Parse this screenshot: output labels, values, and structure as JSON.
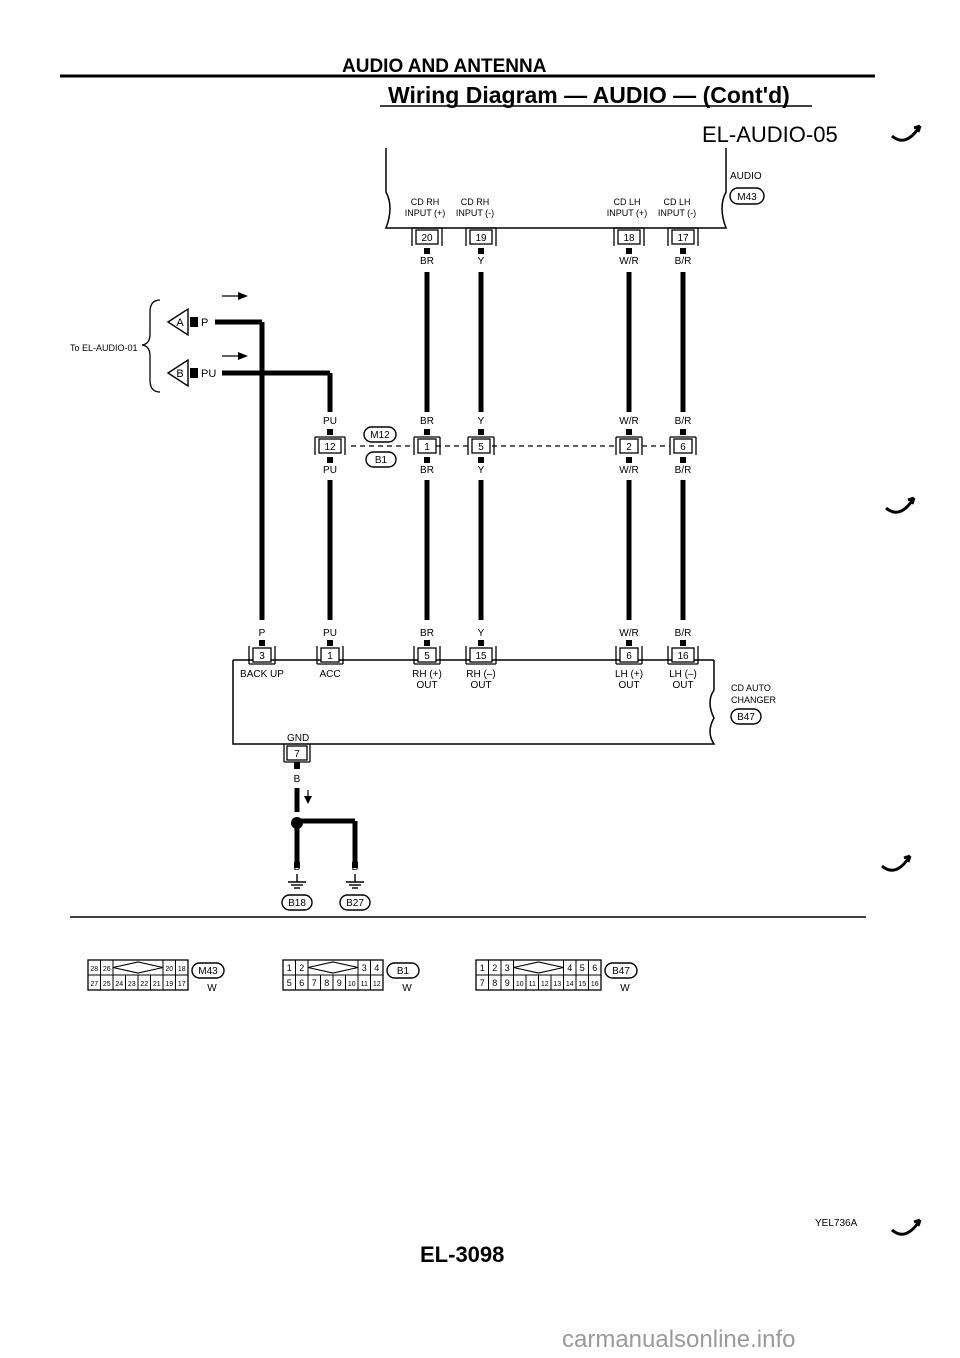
{
  "header": {
    "section_title": "AUDIO AND ANTENNA",
    "page_subtitle": "Wiring Diagram — AUDIO — (Cont'd)",
    "diagram_code": "EL-AUDIO-05"
  },
  "audio_unit": {
    "name": "AUDIO",
    "connector": "M43",
    "terminals": [
      {
        "number": "20",
        "label_1": "CD RH",
        "label_2": "INPUT (+)",
        "wire": "BR"
      },
      {
        "number": "19",
        "label_1": "CD RH",
        "label_2": "INPUT (-)",
        "wire": "Y"
      },
      {
        "number": "18",
        "label_1": "CD LH",
        "label_2": "INPUT (+)",
        "wire": "W/R"
      },
      {
        "number": "17",
        "label_1": "CD LH",
        "label_2": "INPUT (-)",
        "wire": "B/R"
      }
    ]
  },
  "to_reference": {
    "label": "To EL-AUDIO-01",
    "arrows": [
      {
        "letter": "A",
        "wire": "P"
      },
      {
        "letter": "B",
        "wire": "PU"
      }
    ]
  },
  "junction": {
    "connector_top": "M12",
    "connector_bottom": "B1",
    "pins": [
      {
        "number": "12",
        "wire_top": "PU",
        "wire_bottom": "PU"
      },
      {
        "number": "1",
        "wire_top": "BR",
        "wire_bottom": "BR"
      },
      {
        "number": "5",
        "wire_top": "Y",
        "wire_bottom": "Y"
      },
      {
        "number": "2",
        "wire_top": "W/R",
        "wire_bottom": "W/R"
      },
      {
        "number": "6",
        "wire_top": "B/R",
        "wire_bottom": "B/R"
      }
    ]
  },
  "changer": {
    "name_1": "CD AUTO",
    "name_2": "CHANGER",
    "connector": "B47",
    "terminals": [
      {
        "number": "3",
        "wire": "P",
        "label_1": "BACK UP",
        "label_2": ""
      },
      {
        "number": "1",
        "wire": "PU",
        "label_1": "ACC",
        "label_2": ""
      },
      {
        "number": "5",
        "wire": "BR",
        "label_1": "RH (+)",
        "label_2": "OUT"
      },
      {
        "number": "15",
        "wire": "Y",
        "label_1": "RH (–)",
        "label_2": "OUT"
      },
      {
        "number": "6",
        "wire": "W/R",
        "label_1": "LH (+)",
        "label_2": "OUT"
      },
      {
        "number": "16",
        "wire": "B/R",
        "label_1": "LH (–)",
        "label_2": "OUT"
      }
    ],
    "gnd": {
      "label": "GND",
      "number": "7",
      "wire": "B"
    }
  },
  "grounds": [
    {
      "wire": "B",
      "connector": "B18"
    },
    {
      "wire": "B",
      "connector": "B27"
    }
  ],
  "connector_views": [
    {
      "id": "M43",
      "color": "W",
      "top": [
        "28",
        "26",
        "20",
        "18"
      ],
      "bottom": [
        "27",
        "25",
        "24",
        "23",
        "22",
        "21",
        "19",
        "17"
      ]
    },
    {
      "id": "B1",
      "color": "W",
      "top": [
        "1",
        "2",
        "3",
        "4"
      ],
      "bottom": [
        "5",
        "6",
        "7",
        "8",
        "9",
        "10",
        "11",
        "12"
      ]
    },
    {
      "id": "B47",
      "color": "W",
      "top": [
        "1",
        "2",
        "3",
        "4",
        "5",
        "6"
      ],
      "bottom": [
        "7",
        "8",
        "9",
        "10",
        "11",
        "12",
        "13",
        "14",
        "15",
        "16"
      ]
    }
  ],
  "footer": {
    "figure_code": "YEL736A",
    "page_number": "EL-3098",
    "watermark": "carmanualsonline.info"
  }
}
